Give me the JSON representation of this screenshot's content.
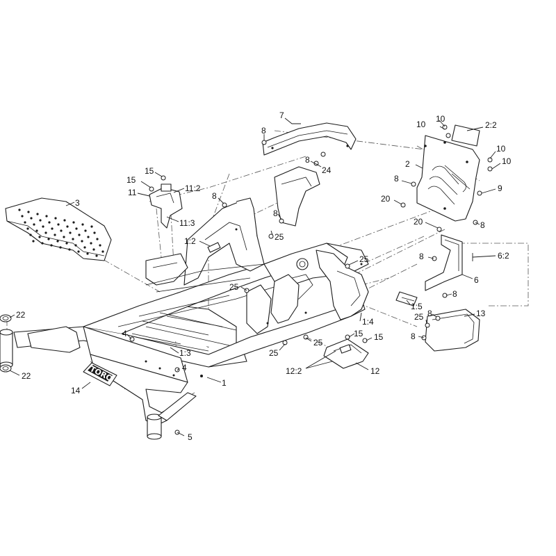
{
  "callouts": [
    {
      "id": "c-7",
      "text": "7"
    },
    {
      "id": "c-8a",
      "text": "8"
    },
    {
      "id": "c-10a",
      "text": "10"
    },
    {
      "id": "c-10b",
      "text": "10"
    },
    {
      "id": "c-2-2",
      "text": "2:2"
    },
    {
      "id": "c-10c",
      "text": "10"
    },
    {
      "id": "c-10d",
      "text": "10"
    },
    {
      "id": "c-2",
      "text": "2"
    },
    {
      "id": "c-8b",
      "text": "8"
    },
    {
      "id": "c-24",
      "text": "24"
    },
    {
      "id": "c-15a",
      "text": "15"
    },
    {
      "id": "c-15b",
      "text": "15"
    },
    {
      "id": "c-11",
      "text": "11"
    },
    {
      "id": "c-11-2",
      "text": "11:2"
    },
    {
      "id": "c-3",
      "text": "3"
    },
    {
      "id": "c-8c",
      "text": "8"
    },
    {
      "id": "c-8d",
      "text": "8"
    },
    {
      "id": "c-8e",
      "text": "8"
    },
    {
      "id": "c-9",
      "text": "9"
    },
    {
      "id": "c-20a",
      "text": "20"
    },
    {
      "id": "c-11-3",
      "text": "11:3"
    },
    {
      "id": "c-25a",
      "text": "25"
    },
    {
      "id": "c-20b",
      "text": "20"
    },
    {
      "id": "c-8f",
      "text": "8"
    },
    {
      "id": "c-1-2",
      "text": "1:2"
    },
    {
      "id": "c-6-2",
      "text": "6:2"
    },
    {
      "id": "c-8g",
      "text": "8"
    },
    {
      "id": "c-25b",
      "text": "25"
    },
    {
      "id": "c-6",
      "text": "6"
    },
    {
      "id": "c-25c",
      "text": "25"
    },
    {
      "id": "c-8h",
      "text": "8"
    },
    {
      "id": "c-13",
      "text": "13"
    },
    {
      "id": "c-1-5",
      "text": "1:5"
    },
    {
      "id": "c-8i",
      "text": "8"
    },
    {
      "id": "c-25d",
      "text": "25"
    },
    {
      "id": "c-22a",
      "text": "22"
    },
    {
      "id": "c-1-4",
      "text": "1:4"
    },
    {
      "id": "c-15c",
      "text": "15"
    },
    {
      "id": "c-4a",
      "text": "4"
    },
    {
      "id": "c-15d",
      "text": "15"
    },
    {
      "id": "c-25e",
      "text": "25"
    },
    {
      "id": "c-8j",
      "text": "8"
    },
    {
      "id": "c-1-3",
      "text": "1:3"
    },
    {
      "id": "c-25f",
      "text": "25"
    },
    {
      "id": "c-4b",
      "text": "4"
    },
    {
      "id": "c-12-2",
      "text": "12:2"
    },
    {
      "id": "c-12",
      "text": "12"
    },
    {
      "id": "c-22b",
      "text": "22"
    },
    {
      "id": "c-1",
      "text": "1"
    },
    {
      "id": "c-14",
      "text": "14"
    },
    {
      "id": "c-5",
      "text": "5"
    }
  ],
  "logo_text": "TORO"
}
